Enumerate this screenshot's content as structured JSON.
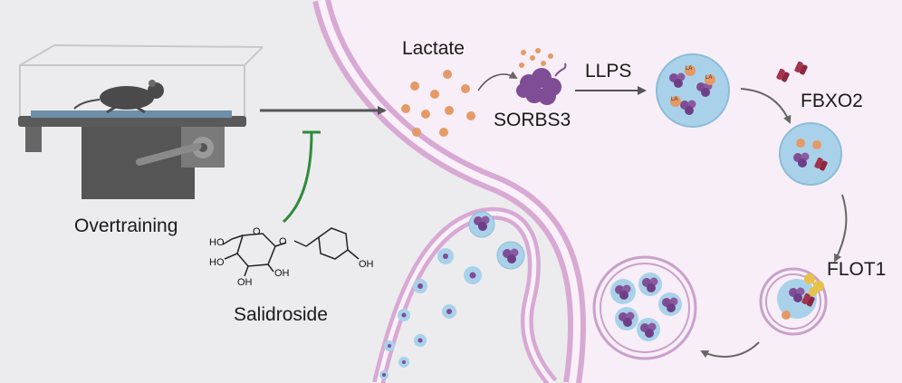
{
  "labels": {
    "overtraining": "Overtraining",
    "salidroside": "Salidroside",
    "lactate": "Lactate",
    "sorbs3": "SORBS3",
    "llps": "LLPS",
    "fbxo2": "FBXO2",
    "flot1": "FLOT1",
    "la": "LA"
  },
  "chem_groups": {
    "ho": "HO",
    "oh": "OH",
    "o": "O"
  },
  "colors": {
    "background_left": "#ececee",
    "cell_interior": "#f7eef7",
    "membrane": "#d7a9d3",
    "vesicle_fill": "#a9d2ea",
    "lactate_dot": "#e59a66",
    "protein": "#7f4d95",
    "fbxo2": "#a3324b",
    "flot1": "#e8c14a",
    "inhibition": "#2f8a3b",
    "arrow": "#555555"
  }
}
